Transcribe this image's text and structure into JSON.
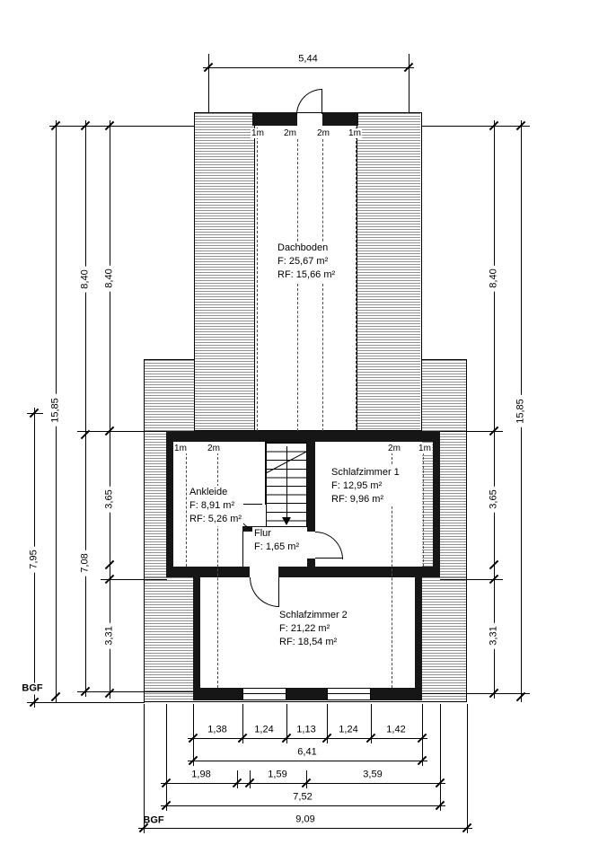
{
  "plan": {
    "rooms": {
      "dachboden": {
        "name": "Dachboden",
        "f": "F: 25,67 m²",
        "rf": "RF: 15,66 m²"
      },
      "ankleide": {
        "name": "Ankleide",
        "f": "F: 8,91 m²",
        "rf": "RF: 5,26 m²"
      },
      "schlafzimmer1": {
        "name": "Schlafzimmer 1",
        "f": "F: 12,95 m²",
        "rf": "RF: 9,96 m²"
      },
      "flur": {
        "name": "Flur",
        "f": "F: 1,65 m²"
      },
      "schlafzimmer2": {
        "name": "Schlafzimmer 2",
        "f": "F: 21,22 m²",
        "rf": "RF: 18,54 m²"
      }
    },
    "height_markers": {
      "top": [
        "1m",
        "2m",
        "2m",
        "1m"
      ],
      "rooms_left": [
        "1m",
        "2m"
      ],
      "rooms_right": [
        "2m",
        "1m"
      ]
    }
  },
  "dimensions": {
    "top_width": "5,44",
    "left": {
      "outer_height": "7,95",
      "total_height": "15,85",
      "attic_height_a": "8,40",
      "attic_height_b": "8,40",
      "rooms_inner_height": "7,08",
      "upper_rooms_height": "3,65",
      "lower_room_height": "3,31"
    },
    "right": {
      "attic_height": "8,40",
      "upper_rooms_height": "3,65",
      "lower_room_height": "3,31",
      "total_height": "15,85"
    },
    "bottom": {
      "wall_window_segments": [
        "1,38",
        "1,24",
        "1,13",
        "1,24",
        "1,42"
      ],
      "sz2_width": "6,41",
      "inner_segments": [
        "1,98",
        "1,59",
        "3,59"
      ],
      "block_width": "7,52",
      "total_width": "9,09"
    }
  },
  "labels": {
    "bgf": "BGF"
  }
}
